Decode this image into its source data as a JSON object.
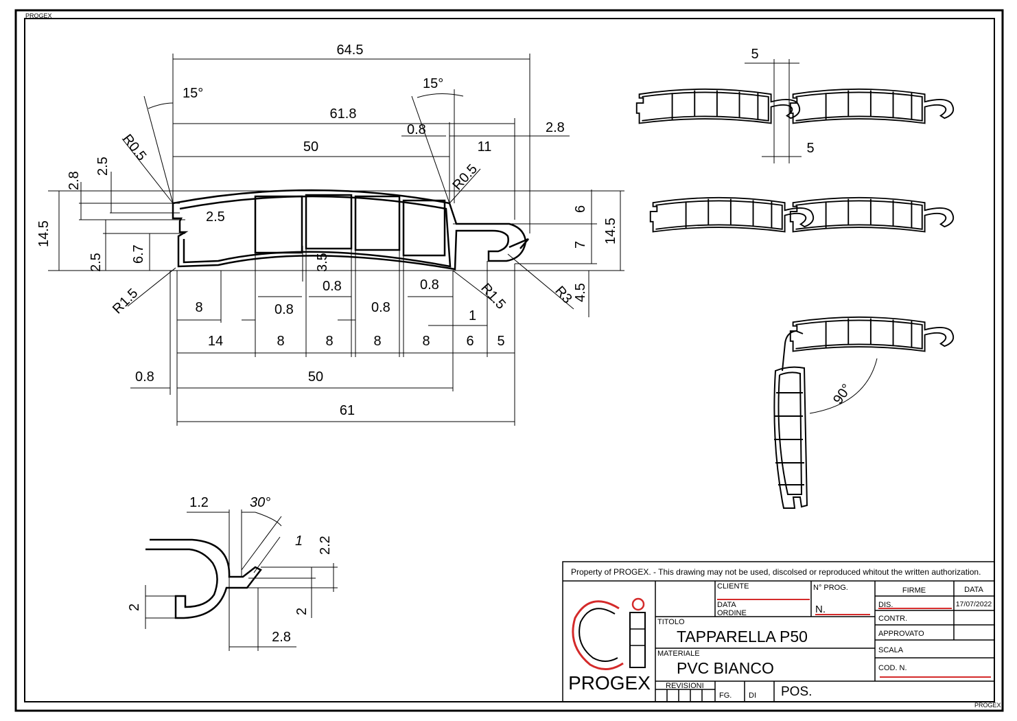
{
  "corner_mark": "PROGEX",
  "notice": "Property of PROGEX. - This drawing may not be used, discolsed or reproduced whitout the written authorization.",
  "logo": {
    "text": "PROGEX",
    "accent": "#d42a2a"
  },
  "title_block": {
    "cliente_label": "CLIENTE",
    "prog_label": "N° PROG.",
    "data_label": "DATA",
    "ordine_label": "ORDINE",
    "n_value": "N.",
    "titolo_label": "TITOLO",
    "titolo_value": "TAPPARELLA P50",
    "materiale_label": "MATERIALE",
    "materiale_value": "PVC BIANCO",
    "revisioni_label": "REVISIONI",
    "fg_label": "FG.",
    "di_label": "DI",
    "pos_label": "POS.",
    "firme_label": "FIRME",
    "data_col_label": "DATA",
    "dis_label": "DIS.",
    "dis_date": "17/07/2022",
    "contr_label": "CONTR.",
    "approvato_label": "APPROVATO",
    "scala_label": "SCALA",
    "cod_label": "COD. N."
  },
  "dimensions": {
    "d64_5": "64.5",
    "d61_8": "61.8",
    "d50_top": "50",
    "d15_left": "15°",
    "d15_right": "15°",
    "d0_8_top": "0.8",
    "d11": "11",
    "d2_8_right": "2.8",
    "dR0_5_left": "R0.5",
    "dR0_5_right": "R0.5",
    "d2_8_left": "2.8",
    "d2_5_left": "2.5",
    "d14_5_left": "14.5",
    "d2_5_inner": "2.5",
    "d6_7": "6.7",
    "d2_5_bot": "2.5",
    "d3_5": "3.5",
    "d6": "6",
    "d7": "7",
    "d14_5_right": "14.5",
    "d4_5": "4.5",
    "dR3": "R3",
    "dR1_5_left": "R1.5",
    "dR1_5_right": "R1.5",
    "d8_a": "8",
    "d0_8_a": "0.8",
    "d0_8_b": "0.8",
    "d0_8_c": "0.8",
    "d0_8_d": "0.8",
    "d1": "1",
    "d14": "14",
    "d8_1": "8",
    "d8_2": "8",
    "d8_3": "8",
    "d8_4": "8",
    "d6_b": "6",
    "d5_b": "5",
    "d0_8_left": "0.8",
    "d50_bot": "50",
    "d61": "61",
    "d5_top": "5",
    "d5_bot": "5",
    "d90": "90°",
    "d1_2": "1.2",
    "d30": "30°",
    "d1_it": "1",
    "d2_2": "2.2",
    "d2_left": "2",
    "d2_right": "2",
    "d2_8_detail": "2.8"
  }
}
